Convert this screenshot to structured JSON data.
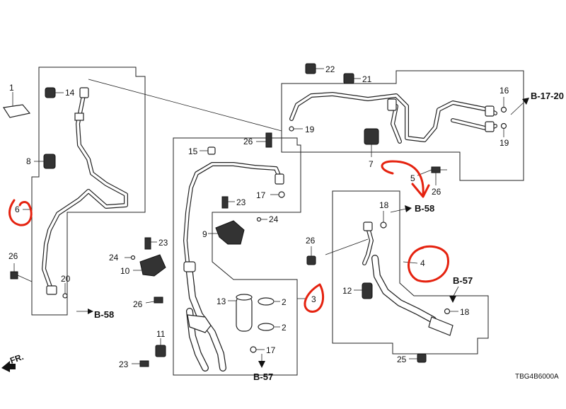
{
  "part_labels": {
    "p1": "1",
    "p2a": "2",
    "p2b": "2",
    "p3": "3",
    "p4": "4",
    "p5": "5",
    "p6": "6",
    "p7": "7",
    "p8": "8",
    "p9": "9",
    "p10": "10",
    "p11": "11",
    "p12": "12",
    "p13": "13",
    "p14": "14",
    "p15": "15",
    "p16": "16",
    "p17a": "17",
    "p17b": "17",
    "p18a": "18",
    "p18b": "18",
    "p19a": "19",
    "p19b": "19",
    "p20": "20",
    "p21": "21",
    "p22": "22",
    "p23a": "23",
    "p23b": "23",
    "p23c": "23",
    "p24a": "24",
    "p24b": "24",
    "p25": "25",
    "p26a": "26",
    "p26b": "26",
    "p26c": "26",
    "p26d": "26",
    "p26e": "26"
  },
  "references": {
    "b58_left": "B-58",
    "b58_right": "B-58",
    "b57_center": "B-57",
    "b57_right": "B-57",
    "b1720": "B-17-20"
  },
  "front_marker": "FR.",
  "diagram_code": "TBG4B6000A",
  "annotation_color": "#e5220f"
}
